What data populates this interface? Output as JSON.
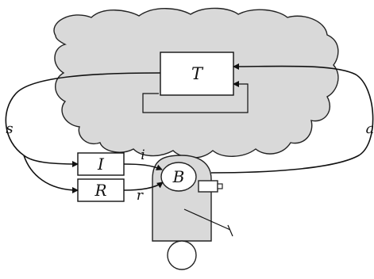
{
  "diagram": {
    "blocks": {
      "environment": "T",
      "block_i": "I",
      "block_r": "R",
      "body": "B"
    },
    "signals": {
      "left_loop": "s",
      "right_loop": "a",
      "upper_input": "i",
      "lower_input": "r"
    },
    "colors": {
      "cloud_fill": "#d9d9d9",
      "robot_fill": "#d9d9d9",
      "ink": "#111111"
    }
  }
}
